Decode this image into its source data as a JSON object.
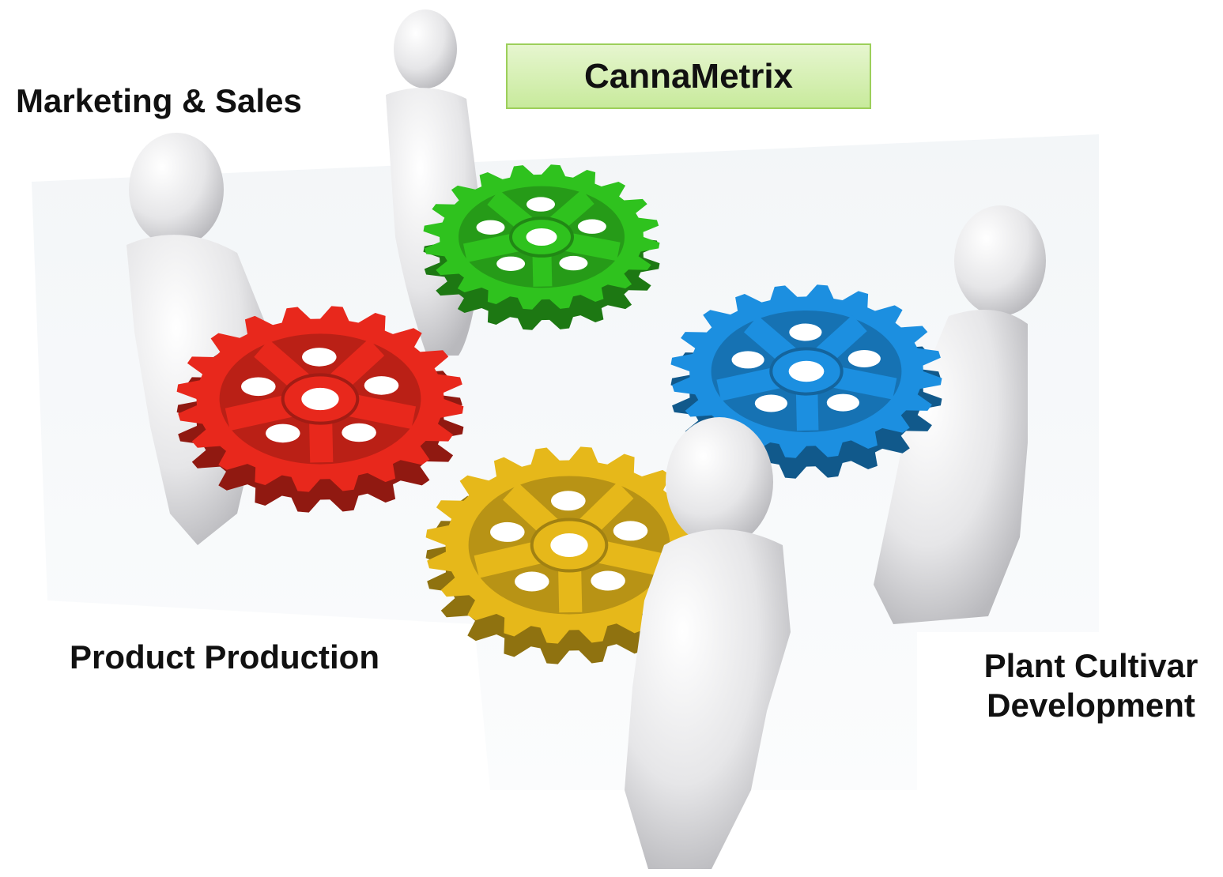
{
  "banner": {
    "text": "CannaMetrix"
  },
  "labels": {
    "marketing": "Marketing  & Sales",
    "production": "Product Production",
    "cultivar_line1": "Plant Cultivar",
    "cultivar_line2": "Development"
  },
  "gears": [
    {
      "name": "red-gear",
      "color": "#e8281c"
    },
    {
      "name": "green-gear",
      "color": "#2fc21e"
    },
    {
      "name": "blue-gear",
      "color": "#1c8fe0"
    },
    {
      "name": "yellow-gear",
      "color": "#e6b81a"
    }
  ],
  "figure_color": "#e9e9ea"
}
